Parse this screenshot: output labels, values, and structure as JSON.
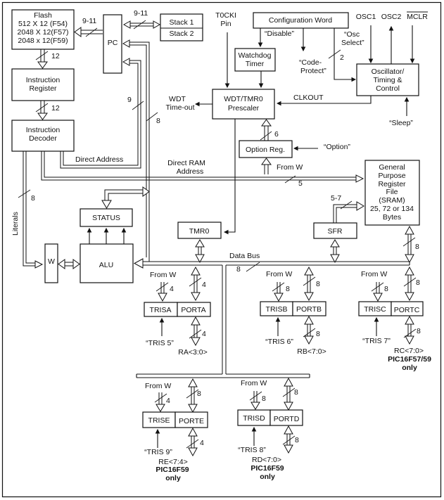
{
  "diagram": {
    "type": "block-diagram",
    "subject": "PIC16F5X microcontroller architecture",
    "blocks": {
      "flash": [
        "Flash",
        "512 X 12 (F54)",
        "2048 X 12(F57)",
        "2048 x 12(F59)"
      ],
      "pc": "PC",
      "stack1": "Stack 1",
      "stack2": "Stack 2",
      "instruction_register": [
        "Instruction",
        "Register"
      ],
      "instruction_decoder": [
        "Instruction",
        "Decoder"
      ],
      "config_word": "Configuration Word",
      "watchdog": [
        "Watchdog",
        "Timer"
      ],
      "prescaler": [
        "WDT/TMR0",
        "Prescaler"
      ],
      "oscillator": [
        "Oscillator/",
        "Timing &",
        "Control"
      ],
      "option_reg": "Option Reg.",
      "gpr": [
        "General",
        "Purpose",
        "Register",
        "File",
        "(SRAM)",
        "25, 72 or 134",
        "Bytes"
      ],
      "status": "STATUS",
      "tmr0": "TMR0",
      "sfr": "SFR",
      "w": "W",
      "alu": "ALU",
      "trisa": "TRISA",
      "porta": "PORTA",
      "trisb": "TRISB",
      "portb": "PORTB",
      "trisc": "TRISC",
      "portc": "PORTC",
      "trise": "TRISE",
      "porte": "PORTE",
      "trisd": "TRISD",
      "portd": "PORTD"
    },
    "labels": {
      "pc_flash_width": "9-11",
      "pc_stack_width": "9-11",
      "flash_ir_width": "12",
      "ir_decoder_width": "12",
      "pc_9": "9",
      "pc_8": "8",
      "t0cki": [
        "T0CKI",
        "Pin"
      ],
      "osc1": "OSC1",
      "osc2": "OSC2",
      "mclr": "MCLR",
      "disable": "“Disable”",
      "code_protect": [
        "“Code-",
        "Protect”"
      ],
      "osc_select": [
        "“Osc",
        "Select”"
      ],
      "osc_select_width": "2",
      "wdt_timeout": [
        "WDT",
        "Time-out"
      ],
      "clkout": "CLKOUT",
      "sleep": "“Sleep”",
      "option_width": "6",
      "option": "“Option”",
      "from_w_option": "From W",
      "direct_address": "Direct Address",
      "direct_ram": [
        "Direct RAM",
        "Address"
      ],
      "direct_ram_width": "5",
      "literals": "Literals",
      "literals_width": "8",
      "sfr_width": "5-7",
      "gpr_bus_width": "8",
      "data_bus": "Data Bus",
      "data_bus_width": "8",
      "from_w": "From W",
      "porta_w": "4",
      "trisa_w": "4",
      "porta_pin_w": "4",
      "tris5": "“TRIS 5”",
      "ra": "RA<3:0>",
      "trisb_w": "8",
      "portb_w": "8",
      "portb_pin_w": "8",
      "tris6": "“TRIS 6”",
      "rb": "RB<7:0>",
      "trisc_w": "8",
      "portc_w": "8",
      "portc_pin_w": "8",
      "tris7": "“TRIS 7”",
      "rc": "RC<7:0>",
      "rc_note": [
        "PIC16F57/59",
        "only"
      ],
      "trise_w": "4",
      "porte_w": "8",
      "porte_pin_w": "4",
      "tris9": "“TRIS 9”",
      "re": "RE<7:4>",
      "re_note": [
        "PIC16F59",
        "only"
      ],
      "trisd_w": "8",
      "portd_w": "8",
      "portd_pin_w": "8",
      "tris8": "“TRIS 8”",
      "rd": "RD<7:0>",
      "rd_note": [
        "PIC16F59",
        "only"
      ]
    }
  }
}
